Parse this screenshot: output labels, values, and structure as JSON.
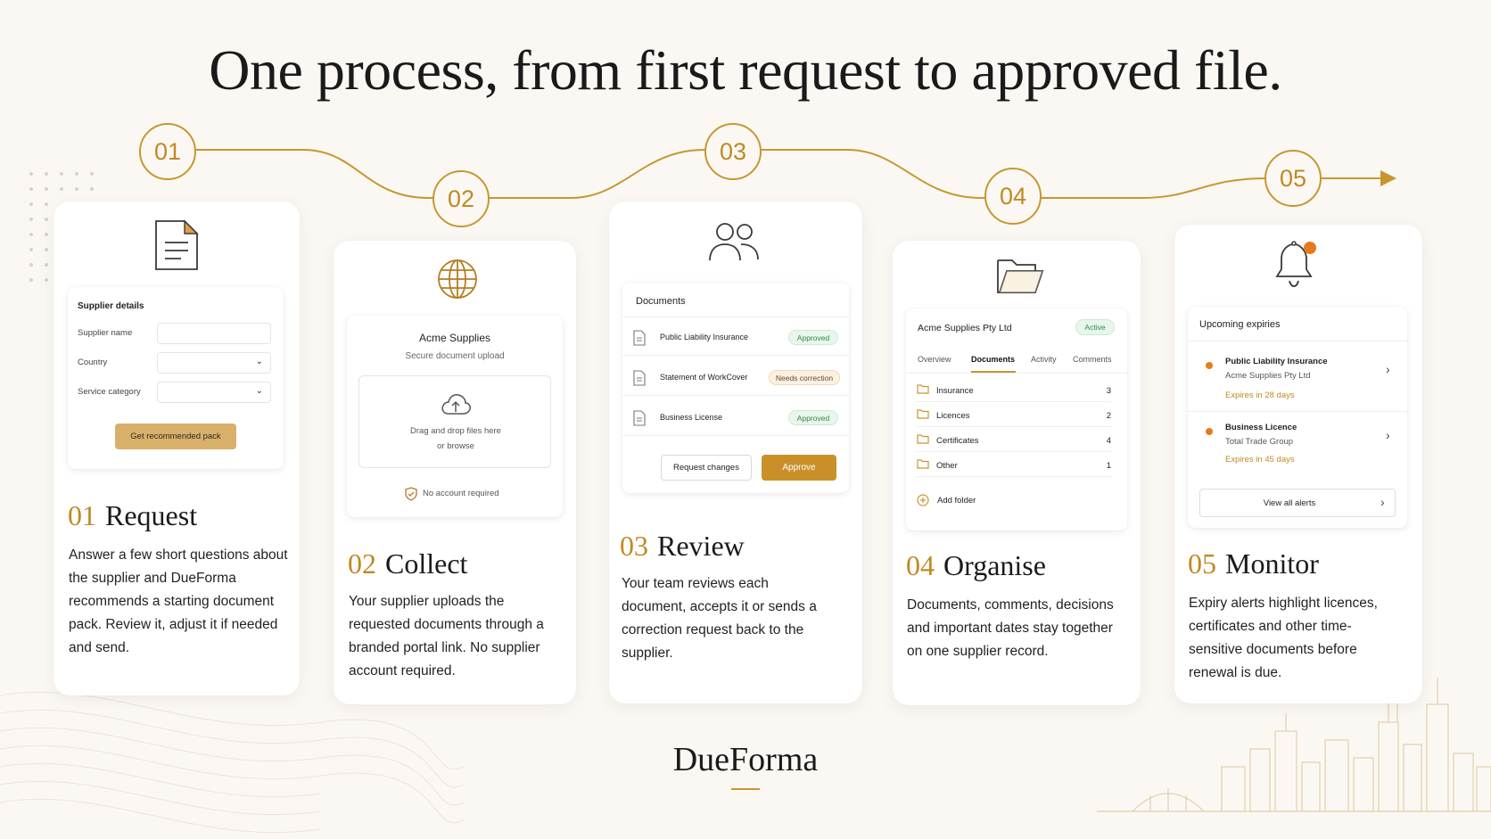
{
  "headline": "One process, from first request to approved file.",
  "accent_color": "#c9962e",
  "steps": [
    {
      "num": "01",
      "title": "Request",
      "desc": "Answer a few short questions about the supplier and DueForma recommends a starting document pack. Review it, adjust it if needed and send.",
      "icon": "document-icon"
    },
    {
      "num": "02",
      "title": "Collect",
      "desc": "Your supplier uploads the requested documents through a branded portal link. No supplier account required.",
      "icon": "globe-icon"
    },
    {
      "num": "03",
      "title": "Review",
      "desc": "Your team reviews each document, accepts it or sends a correction request back to the supplier.",
      "icon": "users-icon"
    },
    {
      "num": "04",
      "title": "Organise",
      "desc": "Documents, comments, decisions and important dates stay together on one supplier record.",
      "icon": "folder-icon"
    },
    {
      "num": "05",
      "title": "Monitor",
      "desc": "Expiry alerts highlight licences, certificates and other time-sensitive documents before renewal is due.",
      "icon": "bell-icon"
    }
  ],
  "request_form": {
    "title": "Supplier details",
    "fields": [
      "Supplier name",
      "Country",
      "Service category"
    ],
    "button": "Get recommended pack"
  },
  "collect": {
    "company": "Acme Supplies",
    "subtitle": "Secure document upload",
    "drop_line1": "Drag and drop files here",
    "drop_line2": "or browse",
    "note": "No account required"
  },
  "review": {
    "title": "Documents",
    "docs": [
      {
        "name": "Public Liability Insurance",
        "status": "Approved"
      },
      {
        "name": "Statement of WorkCover",
        "status": "Needs correction"
      },
      {
        "name": "Business License",
        "status": "Approved"
      }
    ],
    "secondary_button": "Request changes",
    "primary_button": "Approve"
  },
  "organise": {
    "company": "Acme Supplies Pty Ltd",
    "status": "Active",
    "tabs": [
      "Overview",
      "Documents",
      "Activity",
      "Comments"
    ],
    "active_tab": "Documents",
    "folders": [
      {
        "name": "Insurance",
        "count": "3"
      },
      {
        "name": "Licences",
        "count": "2"
      },
      {
        "name": "Certificates",
        "count": "4"
      },
      {
        "name": "Other",
        "count": "1"
      }
    ],
    "add_folder": "Add folder"
  },
  "monitor": {
    "title": "Upcoming expiries",
    "alerts": [
      {
        "doc": "Public Liability Insurance",
        "supplier": "Acme Supplies Pty Ltd",
        "expires": "Expires in 28 days"
      },
      {
        "doc": "Business Licence",
        "supplier": "Total Trade Group",
        "expires": "Expires in 45 days"
      }
    ],
    "view_all": "View all alerts"
  },
  "brand": "DueForma"
}
